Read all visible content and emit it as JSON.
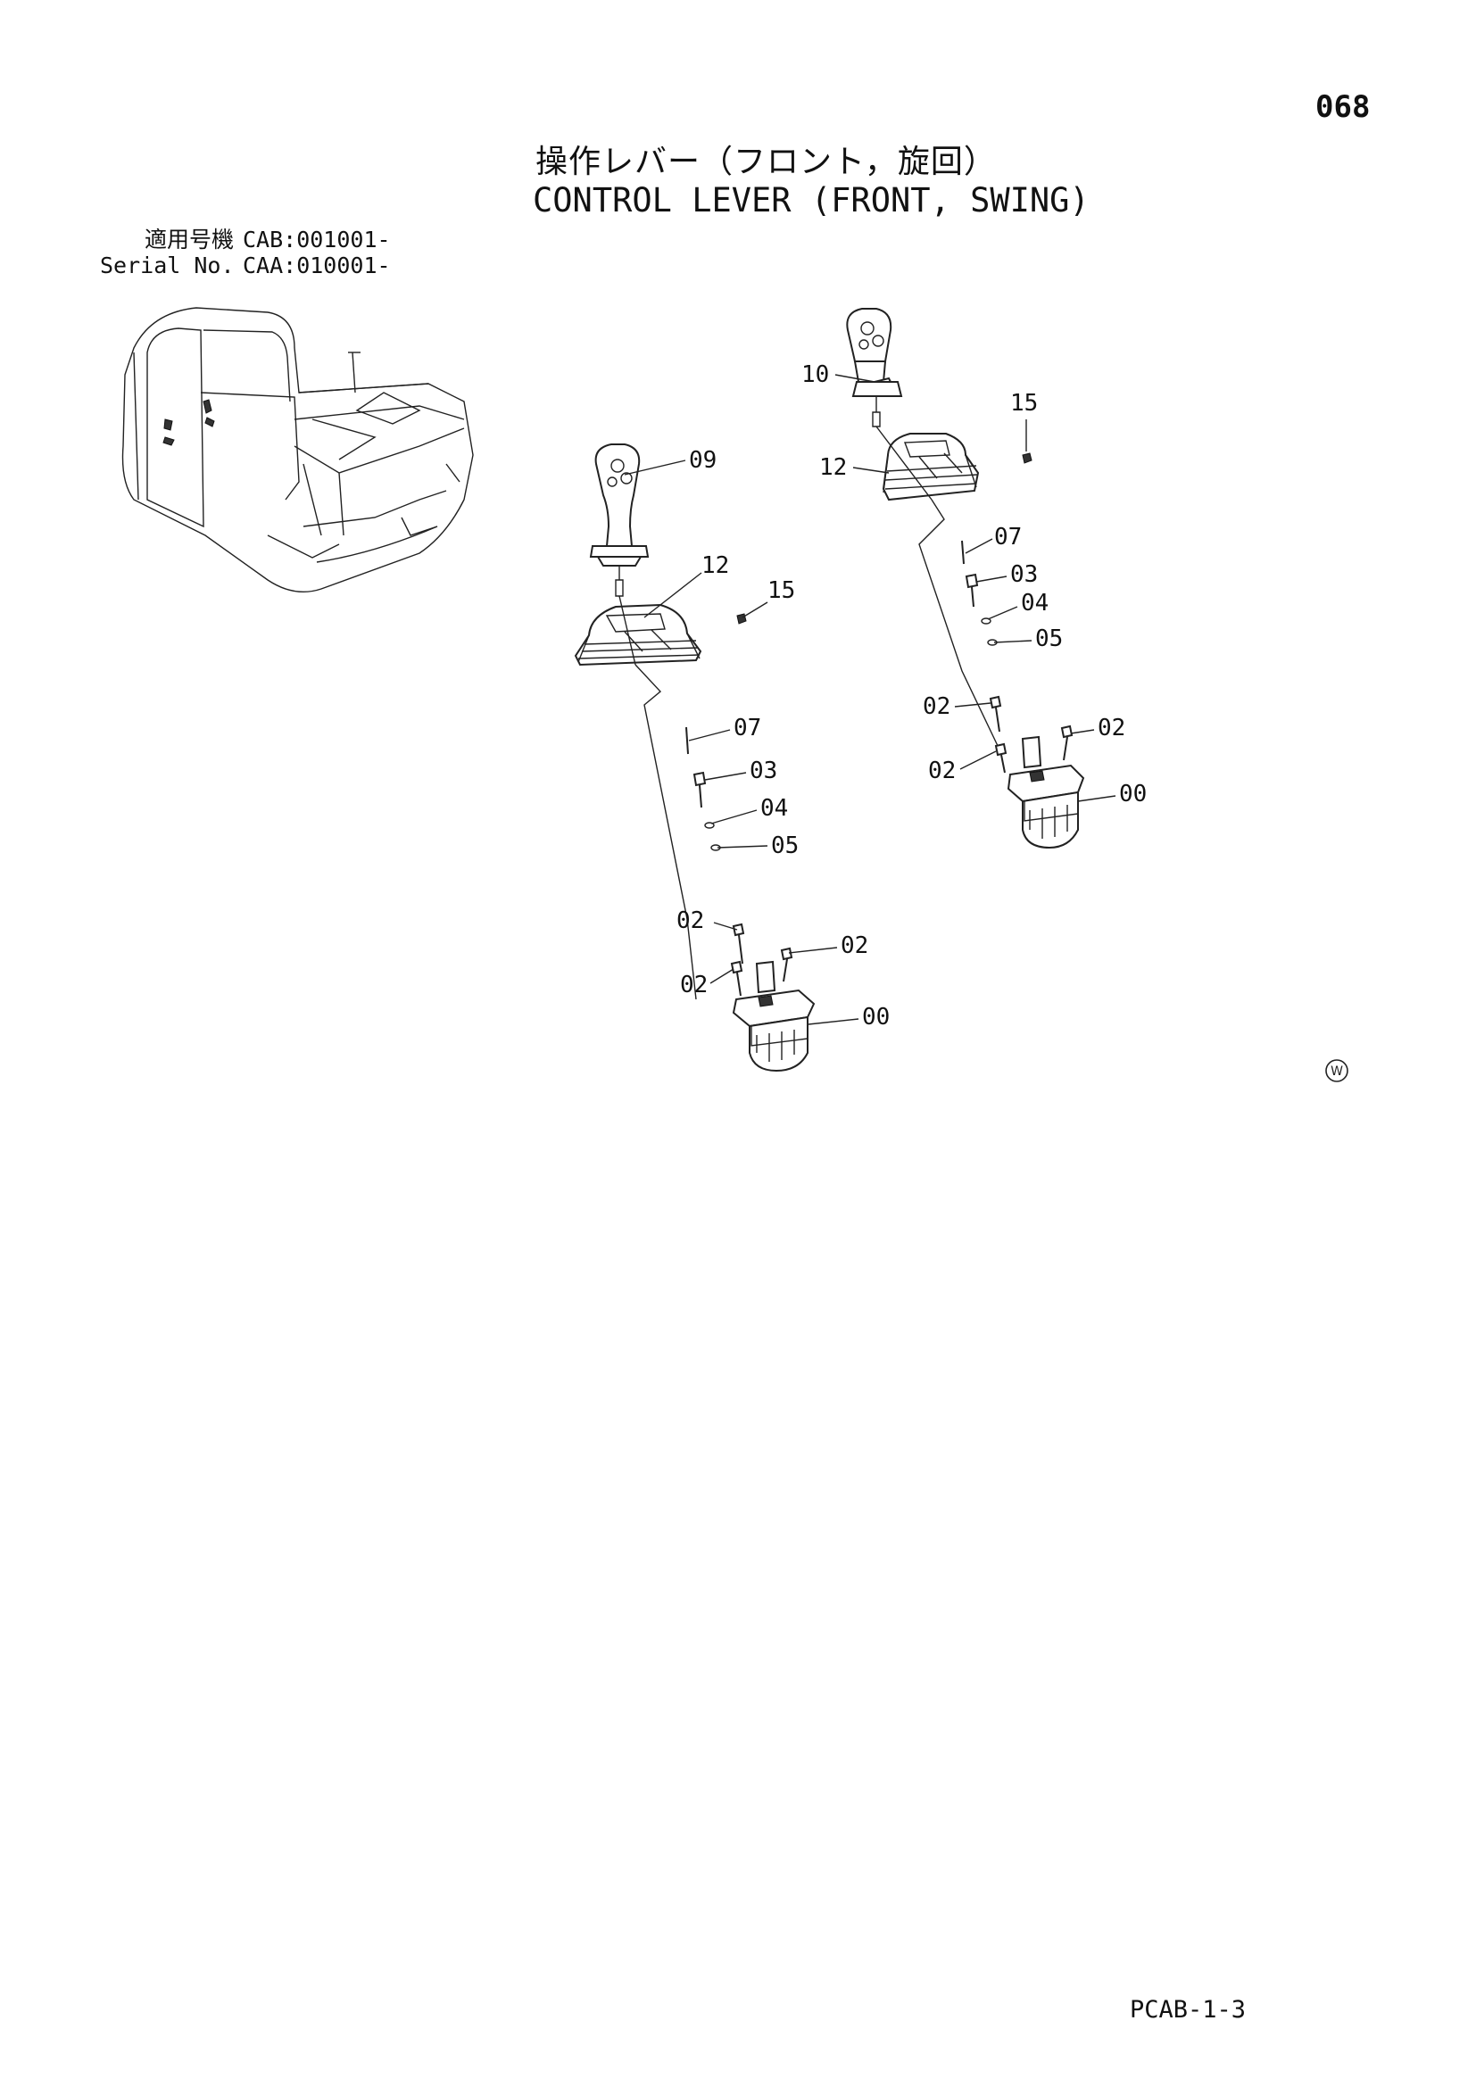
{
  "page": {
    "number": "068",
    "title_jp": "操作レバー（フロント，旋回）",
    "title_en": "CONTROL LEVER (FRONT, SWING)",
    "footer_ref": "PCAB-1-3",
    "mark": "W"
  },
  "serial": [
    {
      "label": "適用号機",
      "value": "CAB:001001-"
    },
    {
      "label": "Serial No.",
      "value": "CAA:010001-"
    }
  ],
  "callouts": {
    "left_lever": [
      "09",
      "12",
      "15",
      "07",
      "03",
      "04",
      "05",
      "02",
      "02",
      "02",
      "00"
    ],
    "right_lever": [
      "10",
      "15",
      "12",
      "07",
      "03",
      "04",
      "05",
      "02",
      "02",
      "02",
      "00"
    ]
  },
  "icons": {
    "excavator": "excavator-cab-illustration",
    "lever": "joystick-lever-illustration",
    "mark": "circled-w-icon"
  }
}
